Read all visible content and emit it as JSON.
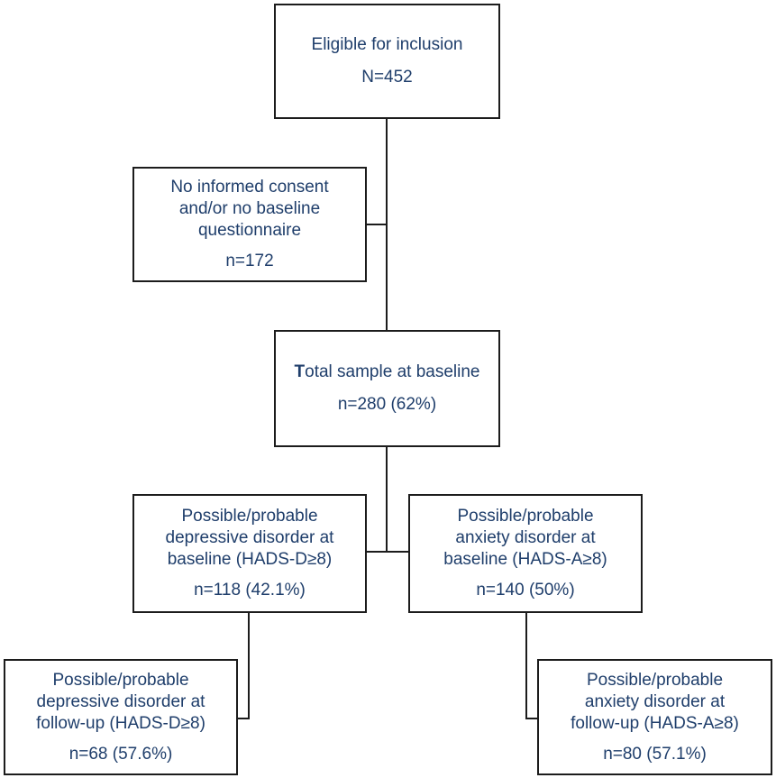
{
  "diagram": {
    "colors": {
      "text": "#1f3e6b",
      "border": "#1c1c1c",
      "connector": "#1c1c1c",
      "background": "#ffffff"
    },
    "eligible": {
      "title": "Eligible for inclusion",
      "count": "N=452"
    },
    "excluded": {
      "lines": [
        "No informed consent",
        "and/or no baseline",
        "questionnaire"
      ],
      "count": "n=172"
    },
    "total": {
      "title_first_letter": "T",
      "title_rest": "otal sample at baseline",
      "count": "n=280 (62%)"
    },
    "depressive_baseline": {
      "lines": [
        "Possible/probable",
        "depressive disorder at",
        "baseline (HADS-D≥8)"
      ],
      "count": "n=118 (42.1%)"
    },
    "anxiety_baseline": {
      "lines": [
        "Possible/probable",
        "anxiety disorder at",
        "baseline (HADS-A≥8)"
      ],
      "count": "n=140 (50%)"
    },
    "depressive_followup": {
      "lines": [
        "Possible/probable",
        "depressive disorder at",
        "follow-up (HADS-D≥8)"
      ],
      "count": "n=68 (57.6%)"
    },
    "anxiety_followup": {
      "lines": [
        "Possible/probable",
        "anxiety disorder at",
        "follow-up (HADS-A≥8)"
      ],
      "count": "n=80 (57.1%)"
    }
  }
}
